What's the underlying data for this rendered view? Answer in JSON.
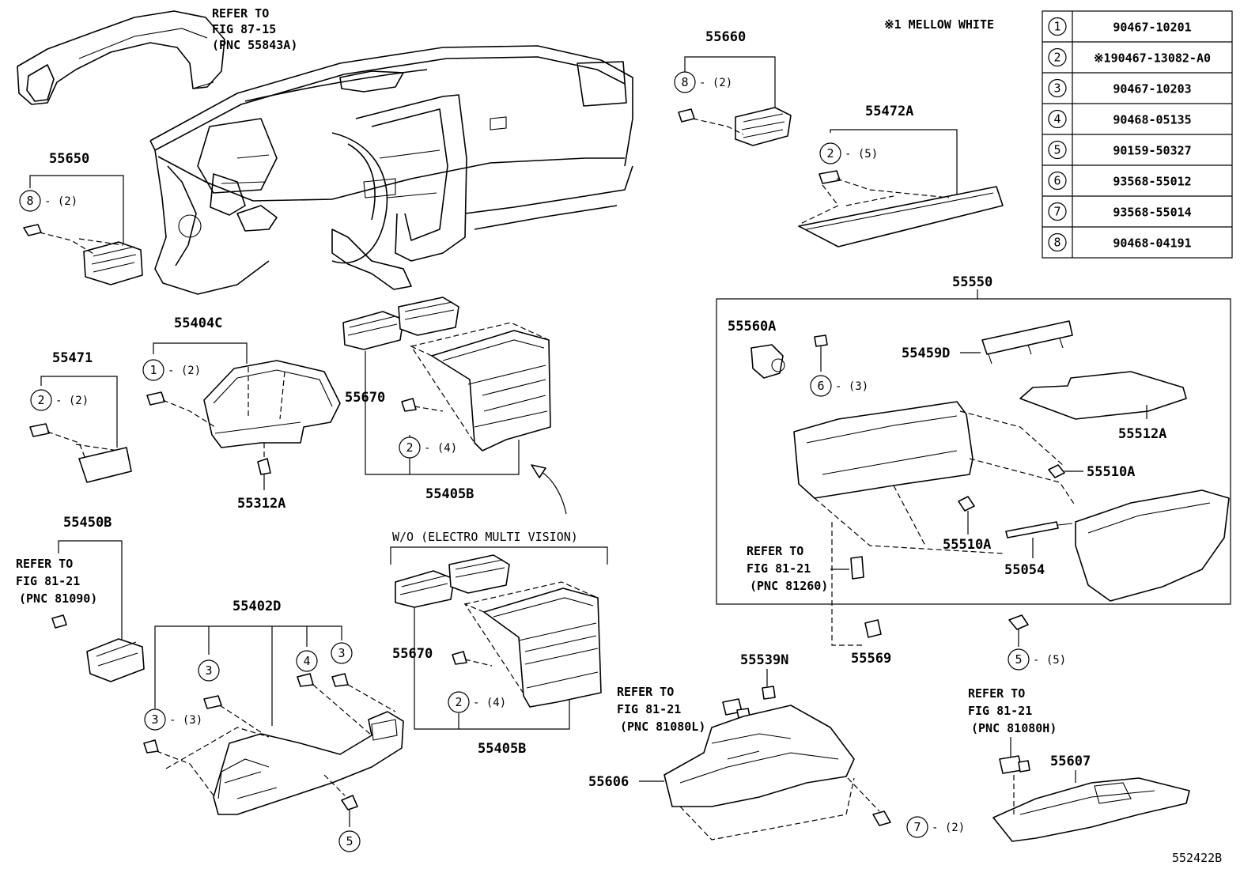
{
  "figure_code": "552422B",
  "note": "※1 MELLOW WHITE",
  "parts_table": [
    {
      "num": "1",
      "part": "90467-10201"
    },
    {
      "num": "2",
      "part": "※190467-13082-A0"
    },
    {
      "num": "3",
      "part": "90467-10203"
    },
    {
      "num": "4",
      "part": "90468-05135"
    },
    {
      "num": "5",
      "part": "90159-50327"
    },
    {
      "num": "6",
      "part": "93568-55012"
    },
    {
      "num": "7",
      "part": "93568-55014"
    },
    {
      "num": "8",
      "part": "90468-04191"
    }
  ],
  "labels": {
    "p55660": "55660",
    "p55650": "55650",
    "p55472A": "55472A",
    "p55550": "55550",
    "p55560A": "55560A",
    "p55459D": "55459D",
    "p55512A": "55512A",
    "p55510A_1": "55510A",
    "p55510A_2": "55510A",
    "p55054": "55054",
    "p55569": "55569",
    "p55404C": "55404C",
    "p55312A": "55312A",
    "p55471": "55471",
    "p55670_1": "55670",
    "p55405B_1": "55405B",
    "p55670_2": "55670",
    "p55405B_2": "55405B",
    "p55450B": "55450B",
    "p55402D": "55402D",
    "p55539N": "55539N",
    "p55606": "55606",
    "p55607": "55607",
    "wo_emv": "W/O (ELECTRO MULTI VISION)"
  },
  "refs": {
    "r1": [
      "REFER TO",
      "FIG 87-15",
      "(PNC 55843A)"
    ],
    "r2": [
      "REFER TO",
      "FIG 81-21",
      "(PNC 81090)"
    ],
    "r3": [
      "REFER TO",
      "FIG 81-21",
      "(PNC 81260)"
    ],
    "r4": [
      "REFER TO",
      "FIG 81-21",
      "(PNC 81080L)"
    ],
    "r5": [
      "REFER TO",
      "FIG 81-21",
      "(PNC 81080H)"
    ]
  },
  "callouts": {
    "c8a": {
      "num": "8",
      "qty": "- (2)"
    },
    "c8b": {
      "num": "8",
      "qty": "- (2)"
    },
    "c2a": {
      "num": "2",
      "qty": "- (5)"
    },
    "c6": {
      "num": "6",
      "qty": "- (3)"
    },
    "c1": {
      "num": "1",
      "qty": "- (2)"
    },
    "c2b": {
      "num": "2",
      "qty": "- (2)"
    },
    "c2c": {
      "num": "2",
      "qty": "- (4)"
    },
    "c2d": {
      "num": "2",
      "qty": "- (4)"
    },
    "c5a": {
      "num": "5",
      "qty": "- (5)"
    },
    "c3a": {
      "num": "3",
      "qty": ""
    },
    "c3b": {
      "num": "3",
      "qty": "- (3)"
    },
    "c3c": {
      "num": "3",
      "qty": ""
    },
    "c4": {
      "num": "4",
      "qty": ""
    },
    "c5b": {
      "num": "5",
      "qty": ""
    },
    "c7": {
      "num": "7",
      "qty": "- (2)"
    }
  }
}
